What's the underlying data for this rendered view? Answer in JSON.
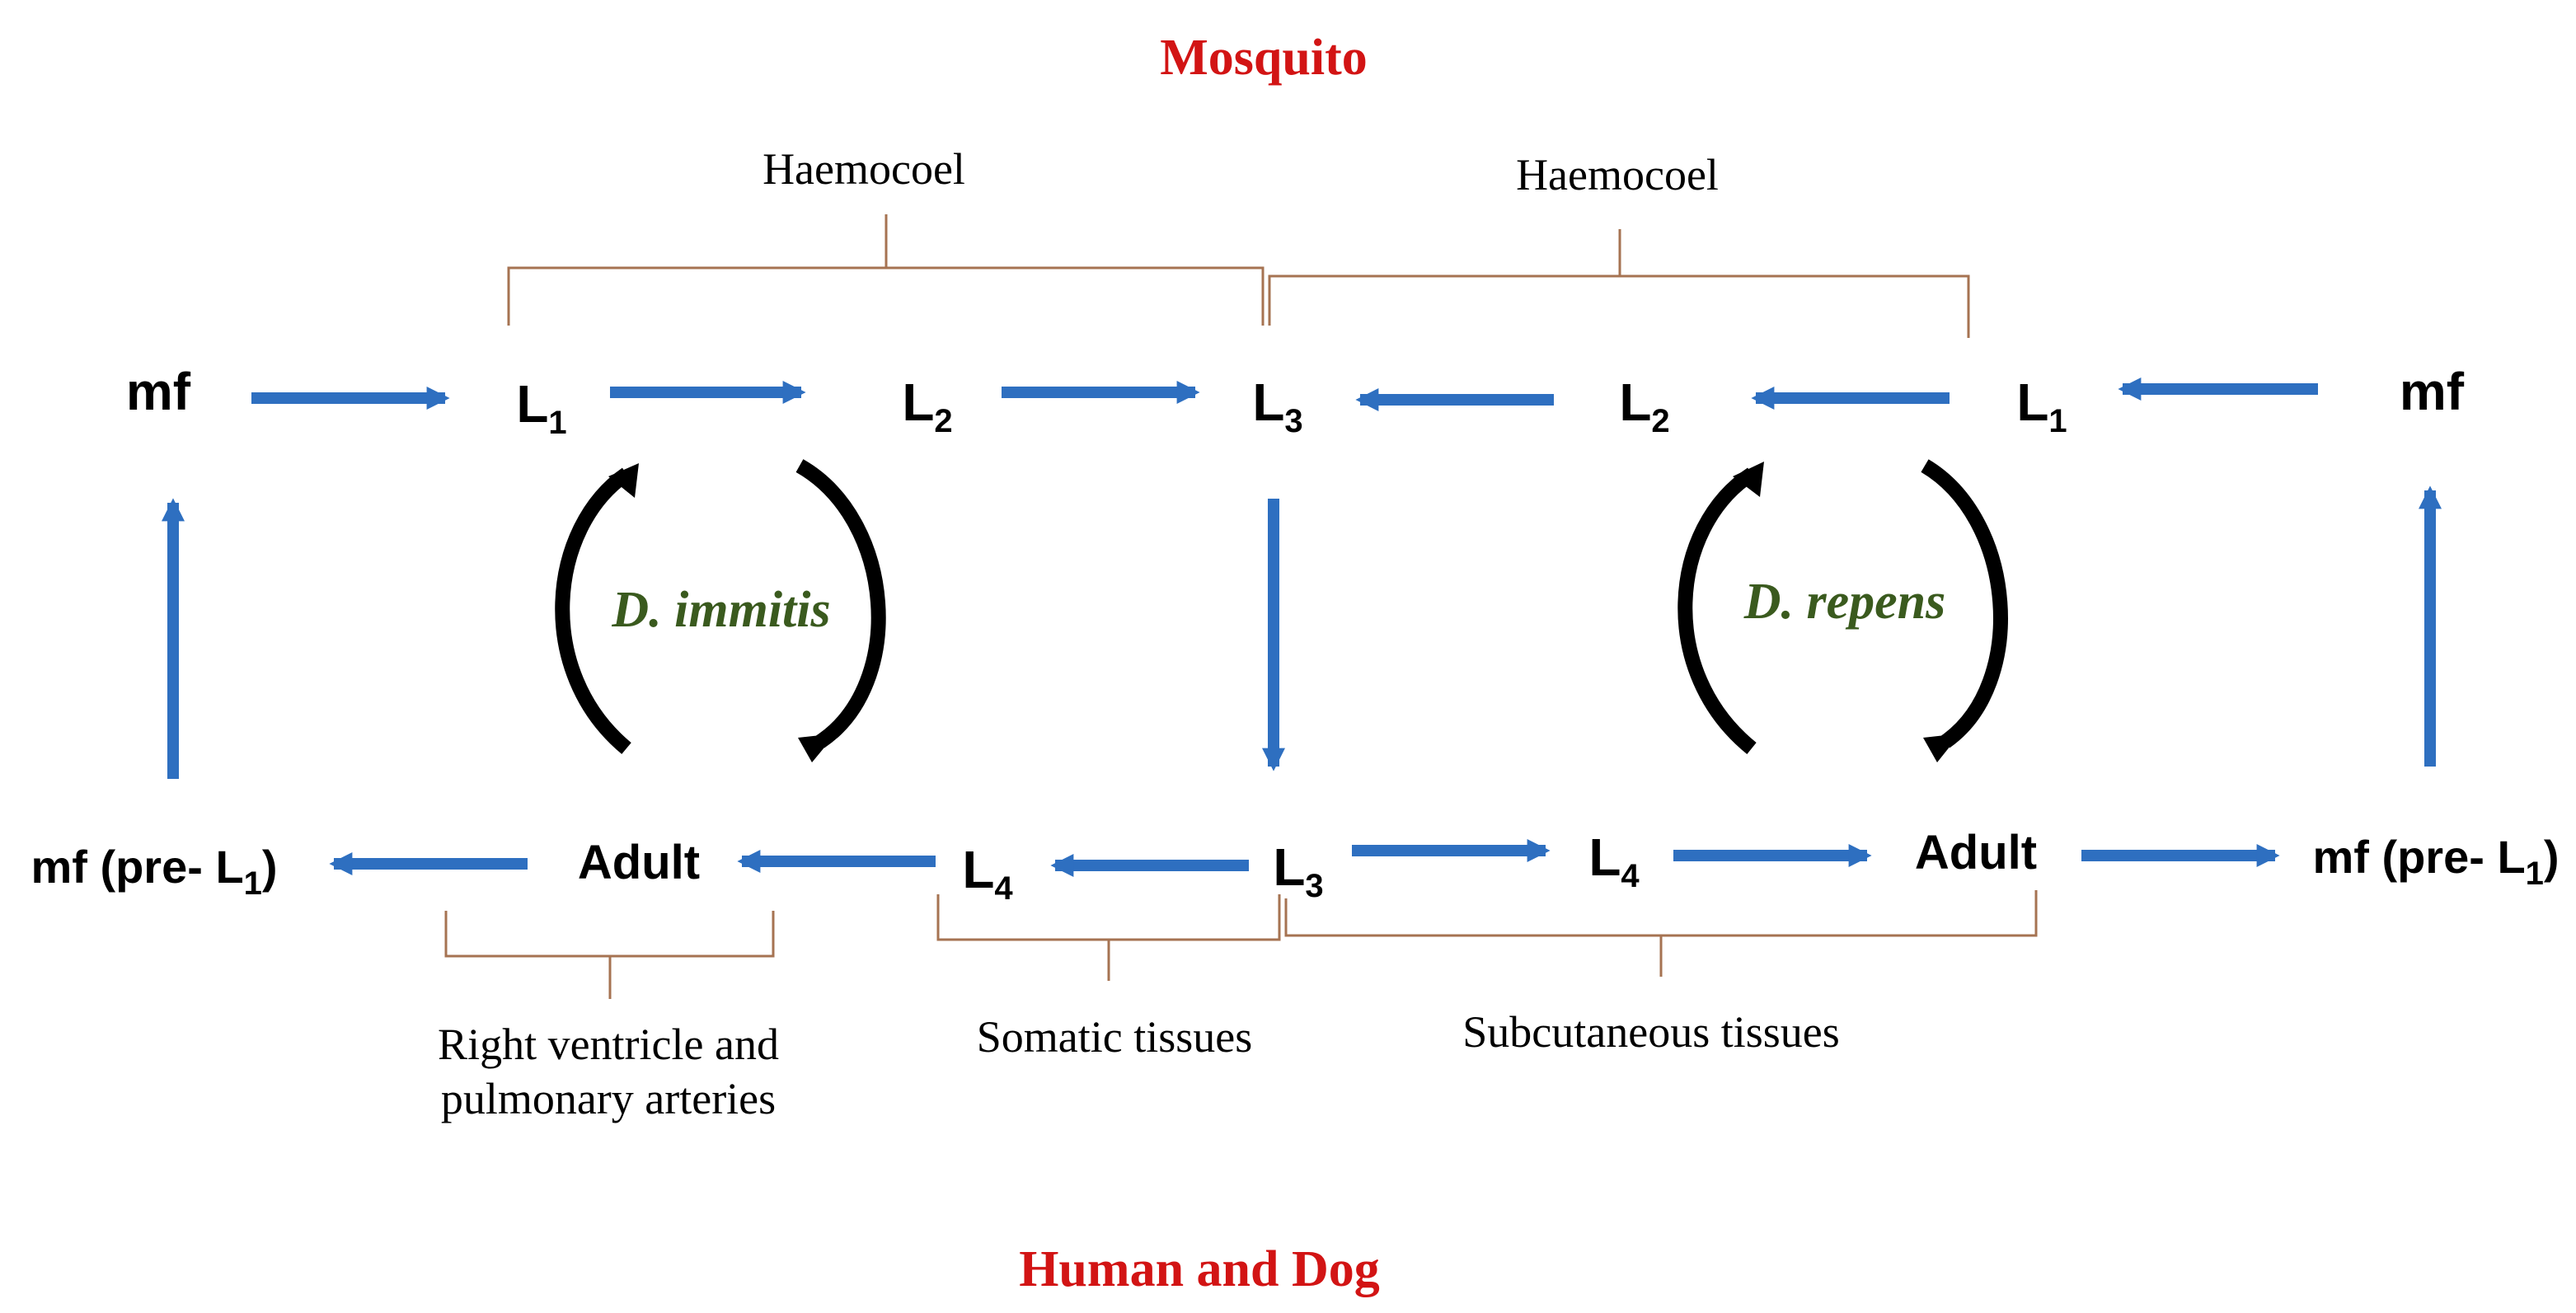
{
  "hosts": {
    "top": "Mosquito",
    "bottom": "Human and Dog",
    "color": "#d21414"
  },
  "species": {
    "left": "D. immitis",
    "right": "D. repens",
    "color": "#3a5a1e"
  },
  "stages": {
    "left_mf": "mf",
    "left_L1": {
      "base": "L",
      "sub": "1"
    },
    "left_L2": {
      "base": "L",
      "sub": "2"
    },
    "center_L3_top": {
      "base": "L",
      "sub": "3"
    },
    "right_L2": {
      "base": "L",
      "sub": "2"
    },
    "right_L1": {
      "base": "L",
      "sub": "1"
    },
    "right_mf": "mf",
    "left_pre": {
      "base": "mf (pre- L",
      "sub": "1",
      "tail": ")"
    },
    "left_adult": "Adult",
    "left_L4": {
      "base": "L",
      "sub": "4"
    },
    "center_L3_bottom": {
      "base": "L",
      "sub": "3"
    },
    "right_L4": {
      "base": "L",
      "sub": "4"
    },
    "right_adult": "Adult",
    "right_pre": {
      "base": "mf (pre- L",
      "sub": "1",
      "tail": ")"
    }
  },
  "tissues": {
    "haemocoel_left": "Haemocoel",
    "haemocoel_right": "Haemocoel",
    "rv_line1": "Right ventricle and",
    "rv_line2": "pulmonary arteries",
    "somatic": "Somatic tissues",
    "subcutaneous": "Subcutaneous tissues"
  },
  "colors": {
    "arrow": "#2e6fc0",
    "bracket": "#a67352",
    "cycle_arrow": "#000000",
    "text": "#000000"
  }
}
